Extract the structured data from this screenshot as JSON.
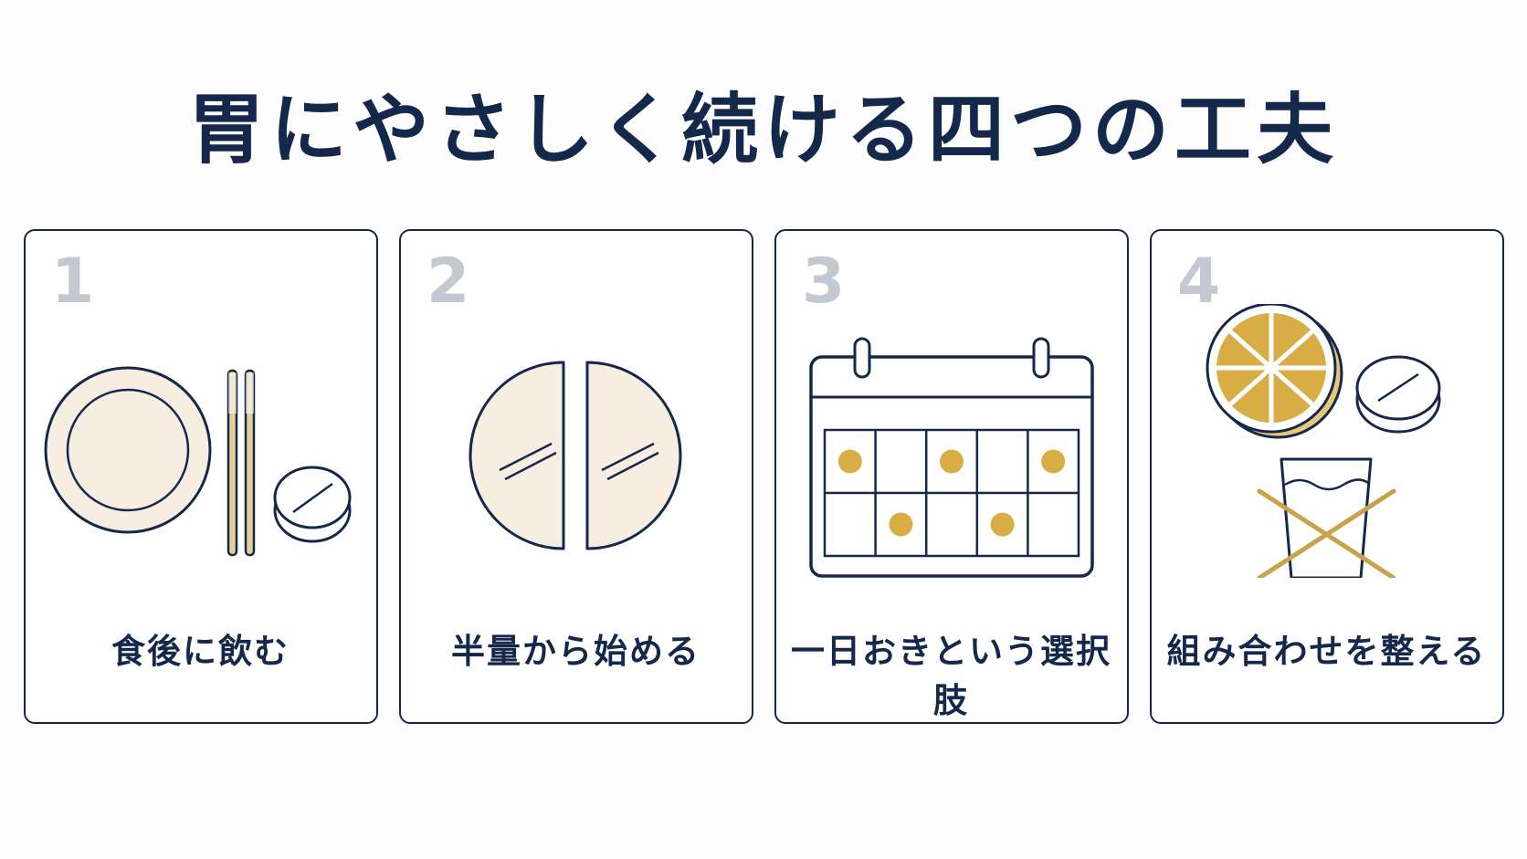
{
  "title": "胃にやさしく続ける四つの工夫",
  "colors": {
    "navy": "#14284b",
    "cream": "#f7ede0",
    "gold": "#d9ad45",
    "number_gray": "#c3c9d3"
  },
  "cards": [
    {
      "number": "1",
      "label": "食後に飲む",
      "icons": [
        "plate-icon",
        "chopsticks-icon",
        "tablet-icon"
      ]
    },
    {
      "number": "2",
      "label": "半量から始める",
      "icons": [
        "split-tablet-icon"
      ]
    },
    {
      "number": "3",
      "label": "一日おきという選択肢",
      "icons": [
        "calendar-icon"
      ]
    },
    {
      "number": "4",
      "label": "組み合わせを整える",
      "icons": [
        "lemon-slice-icon",
        "tablet-icon",
        "crossed-glass-icon"
      ]
    }
  ]
}
